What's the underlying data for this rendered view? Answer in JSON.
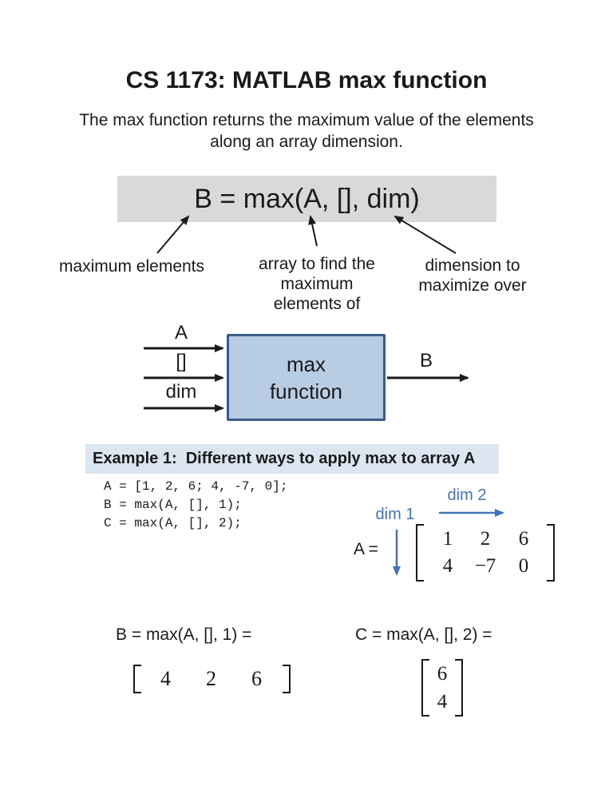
{
  "title": "CS 1173: MATLAB max function",
  "subtitle": {
    "line1": "The max function returns the maximum value of the elements",
    "line2": "along an array dimension."
  },
  "syntax": {
    "formula": "B = max(A, [], dim)",
    "label_b": "maximum elements",
    "label_a": {
      "line1": "array to find the",
      "line2": "maximum",
      "line3": "elements of"
    },
    "label_dim": {
      "line1": "dimension to",
      "line2": "maximize over"
    }
  },
  "diagram": {
    "inputs": [
      "A",
      "[]",
      "dim"
    ],
    "box_line1": "max",
    "box_line2": "function",
    "output": "B"
  },
  "example": {
    "header": "Example 1:  Different ways to apply max to array A",
    "code": [
      "A = [1, 2, 6; 4, -7, 0];",
      "B = max(A, [], 1);",
      "C = max(A, [], 2);"
    ],
    "dim1_label": "dim 1",
    "dim2_label": "dim 2",
    "a_label": "A =",
    "matrix_a": [
      [
        "1",
        "2",
        "6"
      ],
      [
        "4",
        "−7",
        "0"
      ]
    ]
  },
  "results": {
    "b_expr": "B = max(A, [], 1) =",
    "b_values": [
      "4",
      "2",
      "6"
    ],
    "c_expr": "C = max(A, [], 2) =",
    "c_values": [
      "6",
      "4"
    ]
  },
  "colors": {
    "accent_blue": "#4472b8",
    "box_fill": "#b8cce4",
    "box_border": "#385d8a",
    "header_bg": "#dce6f1",
    "formula_bg": "#d9d9d9"
  }
}
